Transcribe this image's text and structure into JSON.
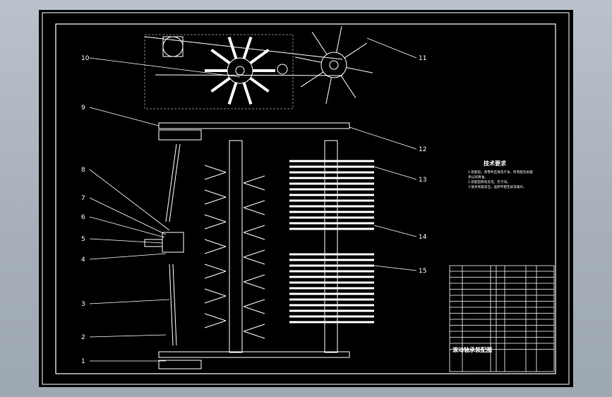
{
  "colors": {
    "viewport_bg": "#000000",
    "app_bg": "#aab3bd",
    "lines": "#ffffff",
    "frame": "#ffffff"
  },
  "callouts": [
    "1",
    "2",
    "3",
    "4",
    "5",
    "6",
    "7",
    "8",
    "9",
    "10",
    "11",
    "12",
    "13",
    "14",
    "15"
  ],
  "notes": {
    "title": "技术要求",
    "lines": [
      "1.装配前，各零件应清洗干净，所有配合表面",
      "  涂以润滑油。",
      "2.装配后转动灵活，无卡滞。",
      "3.链条张紧适当，运转平稳无异常噪声。"
    ]
  },
  "title_block": {
    "drawing_name": "滚动轴承装配图"
  }
}
